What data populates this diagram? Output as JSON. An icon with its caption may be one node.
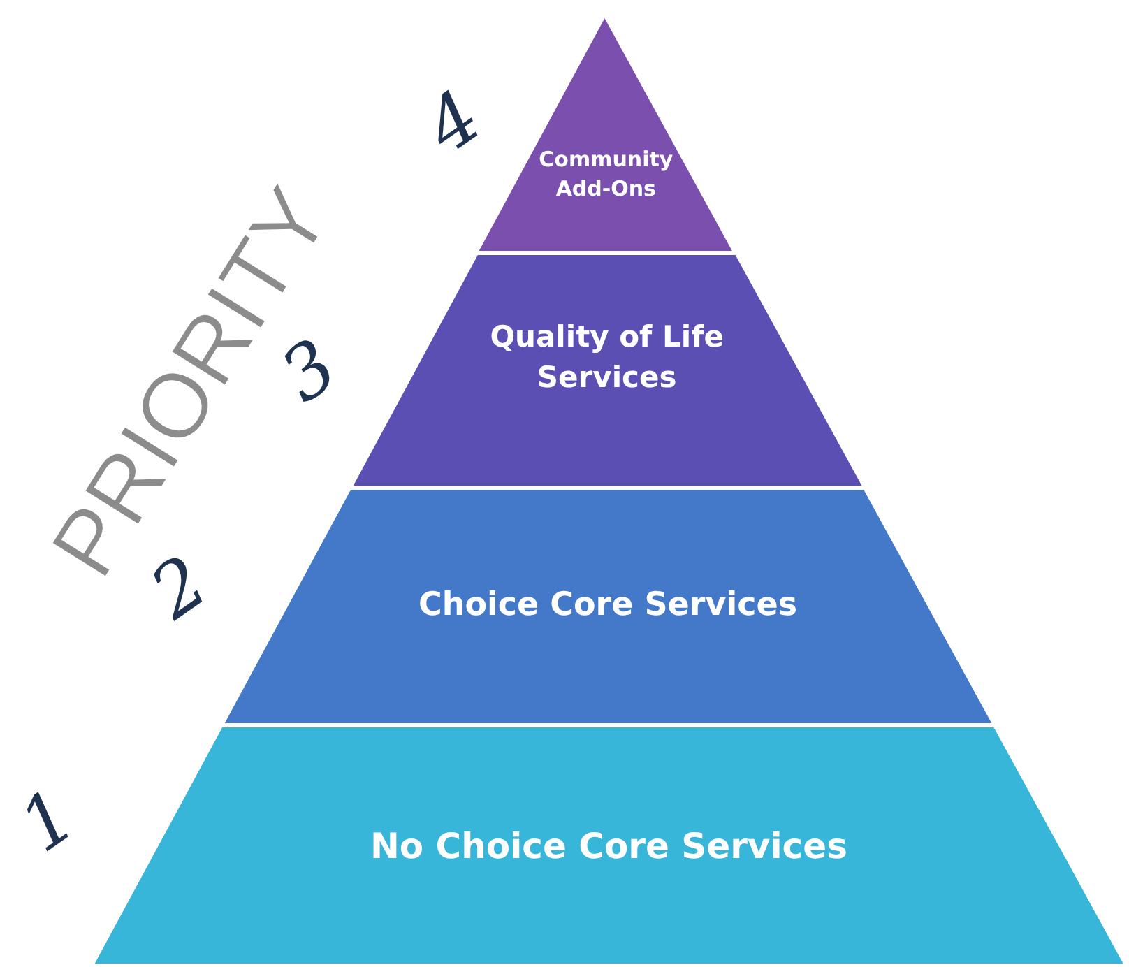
{
  "diagram": {
    "nodes": [
      {
        "text": [
          "Community Add-Ons"
        ]
      },
      {
        "text": [
          "Quality of Life Services"
        ]
      },
      {
        "text": [
          "Choice Core Services"
        ]
      },
      {
        "text": [
          "No Choice Core Services"
        ]
      }
    ],
    "labels": [
      "4",
      "PRIORITY",
      "3",
      "2",
      "1"
    ]
  }
}
